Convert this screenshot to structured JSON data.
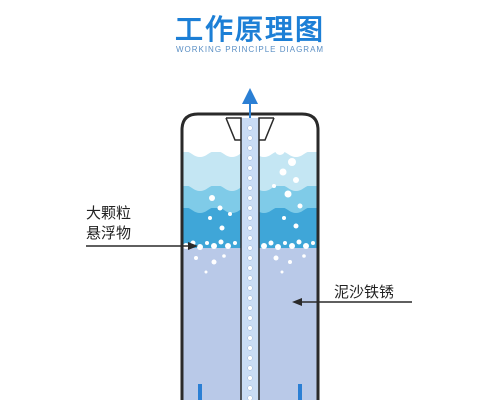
{
  "header": {
    "title": "工作原理图",
    "subtitle": "WORKING PRINCIPLE DIAGRAM"
  },
  "callouts": {
    "left_line1": "大颗粒",
    "left_line2": "悬浮物",
    "right": "泥沙铁锈"
  },
  "colors": {
    "title": "#1c7fd6",
    "subtitle": "#5b8fc4",
    "tank_outline": "#2a2a2a",
    "water_top": "#c4e6f3",
    "water_mid": "#7fcbe8",
    "water_deep": "#3fa6d8",
    "sediment": "#b9c9e8",
    "arrow": "#2b7fd4",
    "pipe_fill": "#c9dcf5",
    "bubble": "#ffffff"
  },
  "icons": {
    "flow_arrow": "up-arrow-icon",
    "pointer_left": "arrow-right-icon",
    "pointer_right": "arrow-left-icon"
  }
}
